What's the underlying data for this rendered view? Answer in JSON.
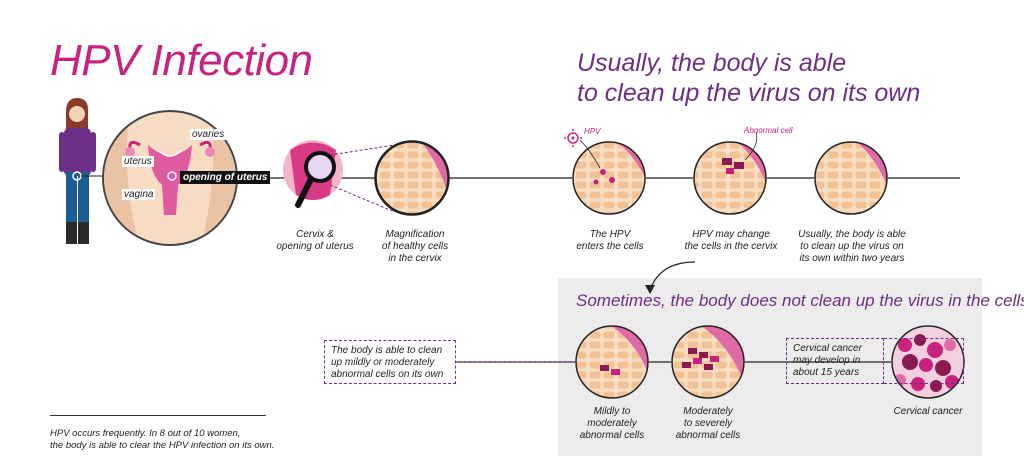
{
  "title": "HPV Infection",
  "headline": {
    "line1": "Usually, the body is able",
    "line2": "to clean up the virus on its own"
  },
  "anatomy_labels": {
    "ovaries": "ovaries",
    "uterus": "uterus",
    "vagina": "vagina",
    "opening": "opening of uterus"
  },
  "top_captions": {
    "cervix": [
      "Cervix &",
      "opening of uterus"
    ],
    "magnification": [
      "Magnification",
      "of healthy cells",
      "in the cervix"
    ],
    "enters": [
      "The HPV",
      "enters the cells"
    ],
    "change": [
      "HPV may change",
      "the cells in the cervix"
    ],
    "clean": [
      "Usually, the body is able",
      "to clean up the virus on",
      "its own within two years"
    ]
  },
  "small_labels": {
    "hpv": "HPV",
    "abnormal": "Abnormal cell"
  },
  "panel": {
    "heading": "Sometimes, the body does not clean up the virus in the cells",
    "mild": [
      "Mildly to",
      "moderately",
      "abnormal cells"
    ],
    "moderate": [
      "Moderately",
      "to severely",
      "abnormal cells"
    ],
    "cancer": "Cervical cancer",
    "cancer_note": [
      "Cervical cancer",
      "may develop in",
      "about 15 years"
    ]
  },
  "side_note": [
    "The body is able to clean",
    "up mildly or moderately",
    "abnormal cells on its own"
  ],
  "footnote": [
    "HPV occurs frequently. In 8 out of 10 women,",
    "the body is able to clear the HPV infection on its own."
  ],
  "colors": {
    "magenta": "#c8227e",
    "purple": "#6d2f86",
    "skin": "#f7dcc4",
    "cell": "#f2c59c",
    "dark": "#222222"
  }
}
